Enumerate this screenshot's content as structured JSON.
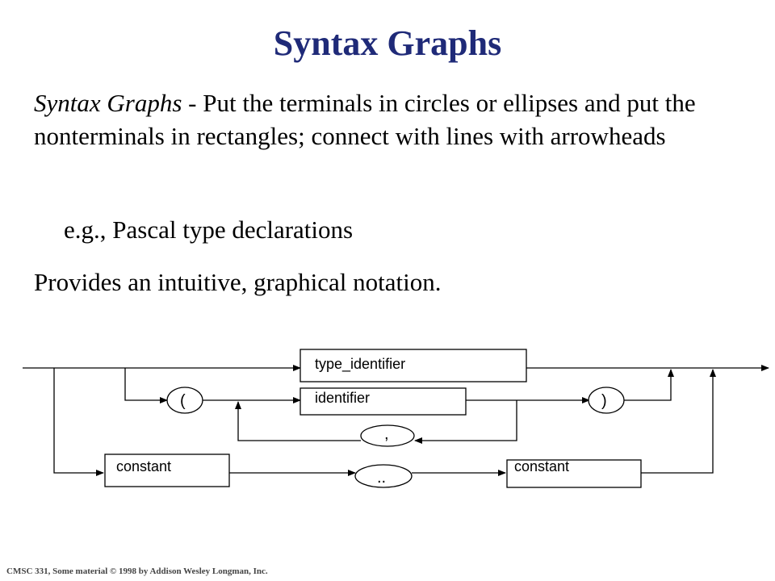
{
  "title": "Syntax Graphs",
  "paragraph1": {
    "term": "Syntax Graphs",
    "rest": " - Put the terminals in circles or ellipses and put the nonterminals in rectangles; connect with lines with arrowheads"
  },
  "paragraph2": "e.g., Pascal type declarations",
  "paragraph3": "Provides an intuitive, graphical notation.",
  "diagram": {
    "nonterminals": {
      "type_identifier": "type_identifier",
      "identifier": "identifier",
      "constant_left": "constant",
      "constant_right": "constant"
    },
    "terminals": {
      "open_paren": "(",
      "close_paren": ")",
      "comma": ",",
      "dotdot": ".."
    }
  },
  "footer": "CMSC 331, Some material © 1998 by Addison Wesley Longman, Inc."
}
